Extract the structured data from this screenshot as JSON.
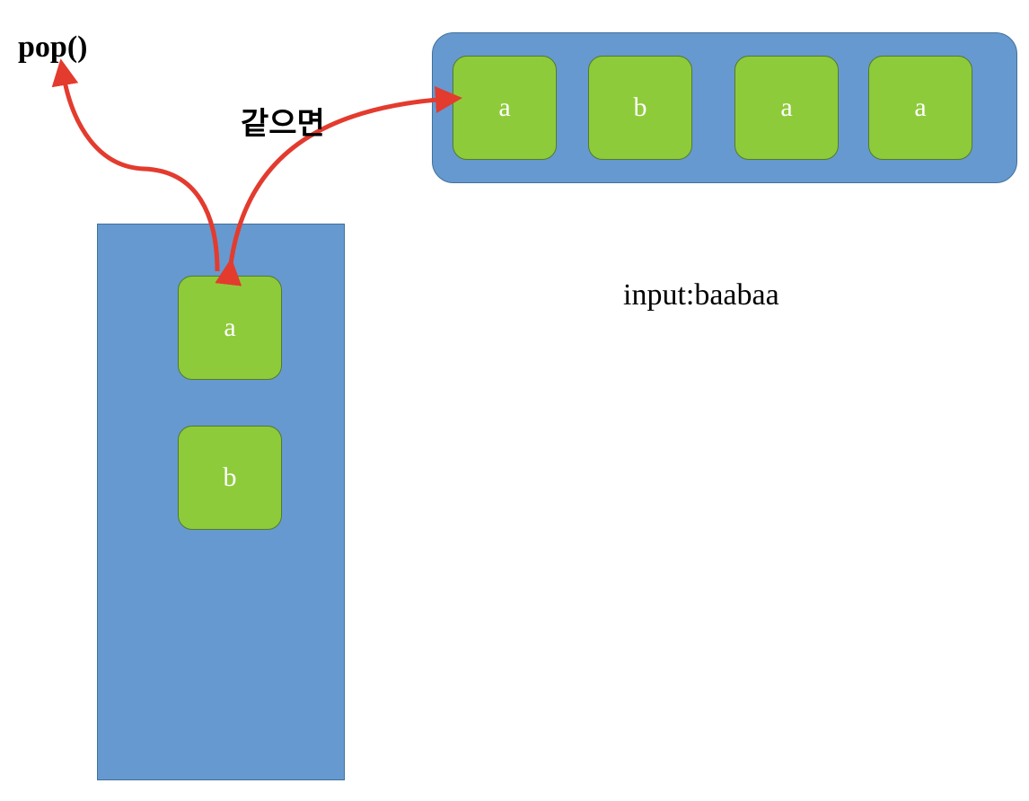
{
  "labels": {
    "pop": "pop()",
    "same": "같으면",
    "input": "input:baabaa"
  },
  "queue": [
    "a",
    "b",
    "a",
    "a"
  ],
  "stack": [
    "a",
    "b"
  ],
  "colors": {
    "container": "#6699cf",
    "cell": "#8ecb3b",
    "arrow": "#e33b2e"
  }
}
